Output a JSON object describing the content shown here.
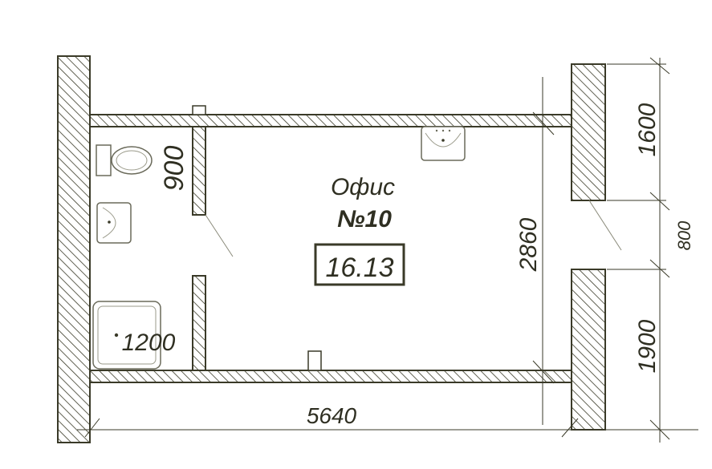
{
  "room": {
    "name": "Офис",
    "number": "№10",
    "area": "16.13"
  },
  "dimensions": {
    "total_width": "5640",
    "interior_height": "2860",
    "partition": "900",
    "shower_size": "1200",
    "right_top": "1600",
    "right_gap": "800",
    "right_bottom": "1900"
  },
  "colors": {
    "wall_stroke": "#3a3a28",
    "hatch": "#3a3a28",
    "dim_text": "#2f2f22",
    "background": "#ffffff"
  }
}
